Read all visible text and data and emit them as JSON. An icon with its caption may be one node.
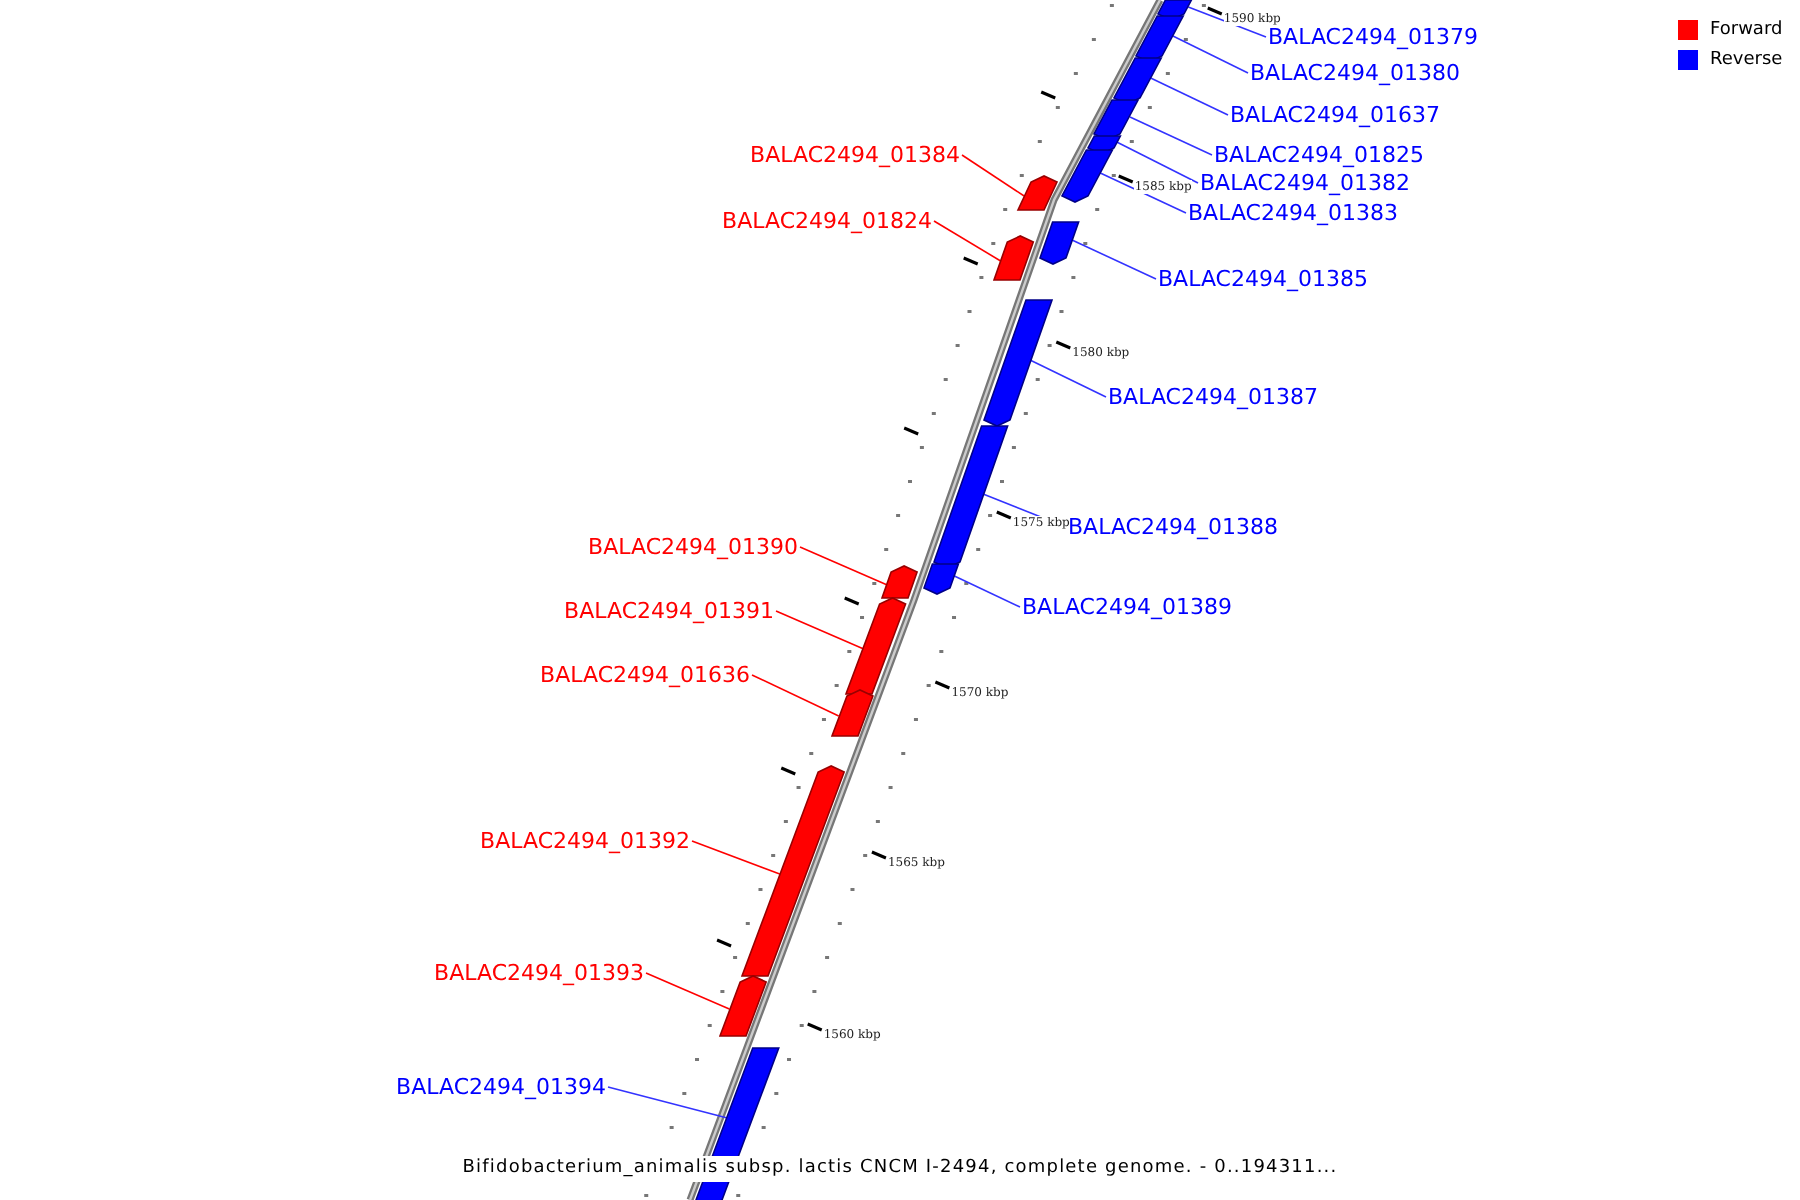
{
  "diagram": {
    "caption": "Bifidobacterium_animalis subsp. lactis CNCM I-2494, complete genome. - 0..194311...",
    "nodes": [
      {
        "text": [
          "BALAC2494_01379"
        ]
      },
      {
        "text": [],
        "shape": "bar"
      },
      {
        "text": [
          "BALAC2494_01380"
        ]
      },
      {
        "text": [],
        "shape": "bar"
      },
      {
        "text": [
          "BALAC2494_01637"
        ]
      },
      {
        "text": [],
        "shape": "bar"
      },
      {
        "text": [
          "BALAC2494_01384"
        ]
      },
      {
        "text": [],
        "shape": "bar"
      },
      {
        "text": [
          "BALAC2494_01825"
        ]
      },
      {
        "text": [],
        "shape": "bar"
      },
      {
        "text": [
          "BALAC2494_01382"
        ]
      },
      {
        "text": [],
        "shape": "bar"
      },
      {
        "text": [
          "BALAC2494_01383"
        ]
      },
      {
        "text": [],
        "shape": "bar"
      },
      {
        "text": [
          "BALAC2494_01824"
        ]
      },
      {
        "text": [],
        "shape": "bar"
      },
      {
        "text": [
          "BALAC2494_01385"
        ]
      },
      {
        "text": [],
        "shape": "bar"
      },
      {
        "text": [
          "BALAC2494_01387"
        ]
      },
      {
        "text": [],
        "shape": "bar"
      },
      {
        "text": [
          "BALAC2494_01388"
        ]
      },
      {
        "text": [],
        "shape": "bar"
      },
      {
        "text": [
          "BALAC2494_01390"
        ]
      },
      {
        "text": [],
        "shape": "bar"
      },
      {
        "text": [
          "BALAC2494_01389"
        ]
      },
      {
        "text": [],
        "shape": "bar"
      },
      {
        "text": [
          "BALAC2494_01391"
        ]
      },
      {
        "text": [],
        "shape": "bar"
      },
      {
        "text": [
          "BALAC2494_01636"
        ]
      },
      {
        "text": [],
        "shape": "bar"
      },
      {
        "text": [
          "BALAC2494_01392"
        ]
      },
      {
        "text": [],
        "shape": "bar"
      },
      {
        "text": [
          "BALAC2494_01393"
        ]
      },
      {
        "text": [],
        "shape": "bar"
      },
      {
        "text": [
          "BALAC2494_01394"
        ]
      },
      {
        "text": [],
        "shape": "bar"
      }
    ],
    "edges": [
      {
        "from": 0,
        "to": 1,
        "arrow": "none"
      },
      {
        "from": 2,
        "to": 3,
        "arrow": "none"
      },
      {
        "from": 4,
        "to": 5,
        "arrow": "none"
      },
      {
        "from": 6,
        "to": 7,
        "arrow": "none",
        "color": "#ff0000"
      },
      {
        "from": 8,
        "to": 9,
        "arrow": "none"
      },
      {
        "from": 10,
        "to": 11,
        "arrow": "none"
      },
      {
        "from": 12,
        "to": 13,
        "arrow": "none"
      },
      {
        "from": 14,
        "to": 15,
        "arrow": "none",
        "color": "#ff0000"
      },
      {
        "from": 16,
        "to": 17,
        "arrow": "none"
      },
      {
        "from": 18,
        "to": 19,
        "arrow": "none"
      },
      {
        "from": 20,
        "to": 21,
        "arrow": "none"
      },
      {
        "from": 22,
        "to": 23,
        "arrow": "none",
        "color": "#ff0000"
      },
      {
        "from": 24,
        "to": 25,
        "arrow": "none"
      },
      {
        "from": 26,
        "to": 27,
        "arrow": "none",
        "color": "#ff0000"
      },
      {
        "from": 28,
        "to": 29,
        "arrow": "none",
        "color": "#ff0000"
      },
      {
        "from": 30,
        "to": 31,
        "arrow": "none",
        "color": "#ff0000"
      },
      {
        "from": 32,
        "to": 33,
        "arrow": "none",
        "color": "#ff0000"
      },
      {
        "from": 34,
        "to": 35,
        "arrow": "none"
      }
    ],
    "labels": [
      "1590 kbp",
      "1585 kbp",
      "1580 kbp",
      "1575 kbp",
      "1570 kbp",
      "1565 kbp",
      "1560 kbp"
    ],
    "legend": [
      {
        "text": "Forward",
        "color": "#ff0000"
      },
      {
        "text": "Reverse",
        "color": "#0000ff"
      }
    ]
  }
}
